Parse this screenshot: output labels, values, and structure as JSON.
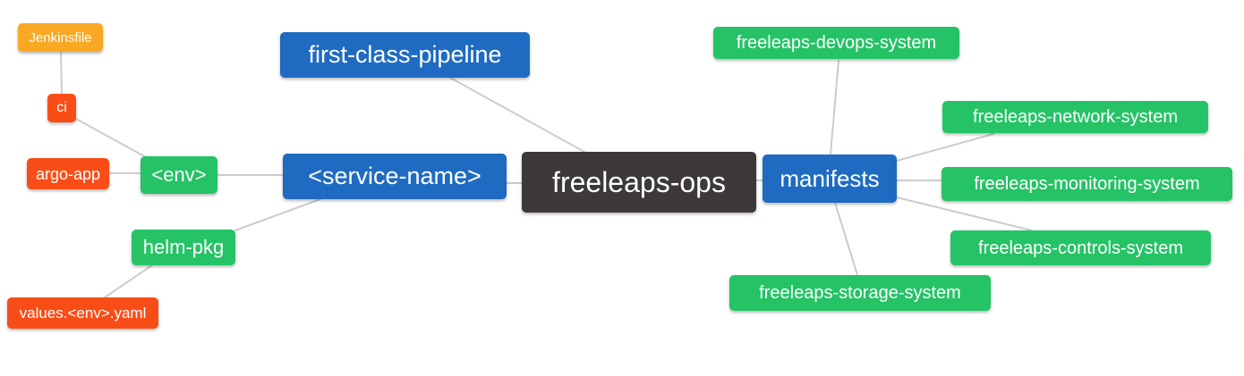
{
  "diagram": {
    "title": "freeleaps-ops repository mind map",
    "palette": {
      "root_dark": "#3d3939",
      "branch_blue": "#1f6bc1",
      "sub_green": "#25c366",
      "leaf_red": "#f94d17",
      "leaf_orange": "#f9a824",
      "edge_gray": "#cccccc",
      "text_white": "#ffffff",
      "background": "#ffffff"
    },
    "nodes": [
      {
        "id": "jenkinsfile",
        "label": "Jenkinsfile",
        "color": "orange"
      },
      {
        "id": "ci",
        "label": "ci",
        "color": "red"
      },
      {
        "id": "argo-app",
        "label": "argo-app",
        "color": "red"
      },
      {
        "id": "env",
        "label": "<env>",
        "color": "green"
      },
      {
        "id": "helm-pkg",
        "label": "helm-pkg",
        "color": "green"
      },
      {
        "id": "values-env-yaml",
        "label": "values.<env>.yaml",
        "color": "red"
      },
      {
        "id": "first-class-pipeline",
        "label": "first-class-pipeline",
        "color": "blue"
      },
      {
        "id": "service-name",
        "label": "<service-name>",
        "color": "blue"
      },
      {
        "id": "freeleaps-ops",
        "label": "freeleaps-ops",
        "color": "dark"
      },
      {
        "id": "manifests",
        "label": "manifests",
        "color": "blue"
      },
      {
        "id": "devops-system",
        "label": "freeleaps-devops-system",
        "color": "green"
      },
      {
        "id": "network-system",
        "label": "freeleaps-network-system",
        "color": "green"
      },
      {
        "id": "monitoring-system",
        "label": "freeleaps-monitoring-system",
        "color": "green"
      },
      {
        "id": "controls-system",
        "label": "freeleaps-controls-system",
        "color": "green"
      },
      {
        "id": "storage-system",
        "label": "freeleaps-storage-system",
        "color": "green"
      }
    ],
    "edges": [
      {
        "from": "jenkinsfile",
        "to": "ci"
      },
      {
        "from": "ci",
        "to": "env"
      },
      {
        "from": "argo-app",
        "to": "env"
      },
      {
        "from": "env",
        "to": "service-name"
      },
      {
        "from": "helm-pkg",
        "to": "service-name"
      },
      {
        "from": "helm-pkg",
        "to": "values-env-yaml"
      },
      {
        "from": "first-class-pipeline",
        "to": "freeleaps-ops"
      },
      {
        "from": "service-name",
        "to": "freeleaps-ops"
      },
      {
        "from": "freeleaps-ops",
        "to": "manifests"
      },
      {
        "from": "manifests",
        "to": "devops-system"
      },
      {
        "from": "manifests",
        "to": "network-system"
      },
      {
        "from": "manifests",
        "to": "monitoring-system"
      },
      {
        "from": "manifests",
        "to": "controls-system"
      },
      {
        "from": "manifests",
        "to": "storage-system"
      }
    ]
  }
}
